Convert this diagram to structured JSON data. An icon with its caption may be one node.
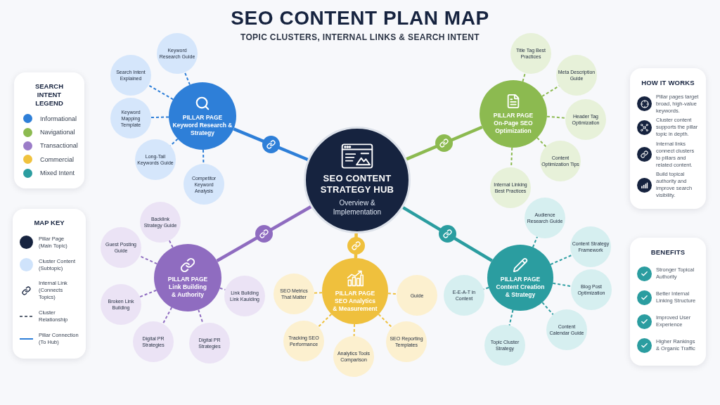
{
  "diagram": {
    "title": "SEO CONTENT PLAN MAP",
    "nodes": [
      {
        "text": [
          "SEO CONTENT STRATEGY HUB",
          "Overview & Implementation"
        ]
      },
      {
        "text": [
          "PILLAR PAGE",
          "Keyword Research & Strategy"
        ]
      },
      {
        "text": [
          "PILLAR PAGE",
          "On-Page SEO Optimization"
        ]
      },
      {
        "text": [
          "PILLAR PAGE",
          "Link Building & Authority"
        ]
      },
      {
        "text": [
          "PILLAR PAGE",
          "SEO Analytics & Measurement"
        ]
      },
      {
        "text": [
          "PILLAR PAGE",
          "Content Creation & Strategy"
        ]
      },
      {
        "text": [
          "Keyword Research Guide"
        ]
      },
      {
        "text": [
          "Search Intent Explained"
        ]
      },
      {
        "text": [
          "Keyword Mapping Template"
        ]
      },
      {
        "text": [
          "Long-Tail Keywords Guide"
        ]
      },
      {
        "text": [
          "Competitor Keyword Analysis"
        ]
      },
      {
        "text": [
          "Title Tag Best Practices"
        ]
      },
      {
        "text": [
          "Meta Description Guide"
        ]
      },
      {
        "text": [
          "Header Tag Optimization"
        ]
      },
      {
        "text": [
          "Content Optimization Tips"
        ]
      },
      {
        "text": [
          "Internal Linking Best Practices"
        ]
      },
      {
        "text": [
          "Backlink Strategy Guide"
        ]
      },
      {
        "text": [
          "Guest Posting Guide"
        ]
      },
      {
        "text": [
          "Broken Link Building"
        ]
      },
      {
        "text": [
          "Digital PR Strategies"
        ]
      },
      {
        "text": [
          "Digital PR Strategies"
        ]
      },
      {
        "text": [
          "Link Building Link Kaulding"
        ]
      },
      {
        "text": [
          "SEO Metrics That Matter"
        ]
      },
      {
        "text": [
          "Guide"
        ]
      },
      {
        "text": [
          "Tracking SEO Performance"
        ]
      },
      {
        "text": [
          "Analytics Tools Comparison"
        ]
      },
      {
        "text": [
          "SEO Reporting Templates"
        ]
      },
      {
        "text": [
          "Audience Research Guide"
        ]
      },
      {
        "text": [
          "Content Strategy Framework"
        ]
      },
      {
        "text": [
          "Blog Post Optimization"
        ]
      },
      {
        "text": [
          "Content Calendar Guide"
        ]
      },
      {
        "text": [
          "Topic Cluster Strategy"
        ]
      },
      {
        "text": [
          "E-E-A-T in Content"
        ]
      },
      {
        "text": [
          "HOW IT WORKS",
          "Pillar pages target broad, high-value keywords.",
          "Cluster content supports the pillar topic in depth.",
          "Internal links connect clusters to pillars and related content.",
          "Build topical authority and improve search visibility."
        ]
      },
      {
        "text": [
          "BENEFITS",
          "Stronger Topical Authority",
          "Better Internal Linking Structure",
          "Improved User Experience",
          "Higher Rankings & Organic Traffic"
        ]
      }
    ],
    "edges": [
      {
        "from": 0,
        "to": 1,
        "arrow": "none",
        "style": "thick",
        "color": "#2e7fd8"
      },
      {
        "from": 0,
        "to": 2,
        "arrow": "none",
        "style": "thick",
        "color": "#8cba50"
      },
      {
        "from": 0,
        "to": 3,
        "arrow": "none",
        "style": "thick",
        "color": "#8f6cc0"
      },
      {
        "from": 0,
        "to": 4,
        "arrow": "none",
        "style": "thick",
        "color": "#efc03d"
      },
      {
        "from": 0,
        "to": 5,
        "arrow": "none",
        "style": "thick",
        "color": "#2b9da0"
      },
      {
        "from": 1,
        "to": 6,
        "arrow": "none",
        "style": "dashed",
        "color": "#2e7fd8"
      },
      {
        "from": 1,
        "to": 7,
        "arrow": "none",
        "style": "dashed",
        "color": "#2e7fd8"
      },
      {
        "from": 1,
        "to": 8,
        "arrow": "none",
        "style": "dashed",
        "color": "#2e7fd8"
      },
      {
        "from": 1,
        "to": 9,
        "arrow": "none",
        "style": "dashed",
        "color": "#2e7fd8"
      },
      {
        "from": 1,
        "to": 10,
        "arrow": "none",
        "style": "dashed",
        "color": "#2e7fd8"
      },
      {
        "from": 2,
        "to": 11,
        "arrow": "none",
        "style": "dashed",
        "color": "#8cba50"
      },
      {
        "from": 2,
        "to": 12,
        "arrow": "none",
        "style": "dashed",
        "color": "#8cba50"
      },
      {
        "from": 2,
        "to": 13,
        "arrow": "none",
        "style": "dashed",
        "color": "#8cba50"
      },
      {
        "from": 2,
        "to": 14,
        "arrow": "none",
        "style": "dashed",
        "color": "#8cba50"
      },
      {
        "from": 2,
        "to": 15,
        "arrow": "none",
        "style": "dashed",
        "color": "#8cba50"
      },
      {
        "from": 3,
        "to": 16,
        "arrow": "none",
        "style": "dashed",
        "color": "#8f6cc0"
      },
      {
        "from": 3,
        "to": 17,
        "arrow": "none",
        "style": "dashed",
        "color": "#8f6cc0"
      },
      {
        "from": 3,
        "to": 18,
        "arrow": "none",
        "style": "dashed",
        "color": "#8f6cc0"
      },
      {
        "from": 3,
        "to": 19,
        "arrow": "none",
        "style": "dashed",
        "color": "#8f6cc0"
      },
      {
        "from": 3,
        "to": 20,
        "arrow": "none",
        "style": "dashed",
        "color": "#8f6cc0"
      },
      {
        "from": 3,
        "to": 21,
        "arrow": "none",
        "style": "dashed",
        "color": "#8f6cc0"
      },
      {
        "from": 4,
        "to": 22,
        "arrow": "none",
        "style": "dashed",
        "color": "#efc03d"
      },
      {
        "from": 4,
        "to": 23,
        "arrow": "none",
        "style": "dashed",
        "color": "#efc03d"
      },
      {
        "from": 4,
        "to": 24,
        "arrow": "none",
        "style": "dashed",
        "color": "#efc03d"
      },
      {
        "from": 4,
        "to": 25,
        "arrow": "none",
        "style": "dashed",
        "color": "#efc03d"
      },
      {
        "from": 4,
        "to": 26,
        "arrow": "none",
        "style": "dashed",
        "color": "#efc03d"
      },
      {
        "from": 5,
        "to": 27,
        "arrow": "none",
        "style": "dashed",
        "color": "#2b9da0"
      },
      {
        "from": 5,
        "to": 28,
        "arrow": "none",
        "style": "dashed",
        "color": "#2b9da0"
      },
      {
        "from": 5,
        "to": 29,
        "arrow": "none",
        "style": "dashed",
        "color": "#2b9da0"
      },
      {
        "from": 5,
        "to": 30,
        "arrow": "none",
        "style": "dashed",
        "color": "#2b9da0"
      },
      {
        "from": 5,
        "to": 31,
        "arrow": "none",
        "style": "dashed",
        "color": "#2b9da0"
      },
      {
        "from": 5,
        "to": 32,
        "arrow": "none",
        "style": "dashed",
        "color": "#2b9da0"
      }
    ],
    "labels": [
      "TOPIC CLUSTERS, INTERNAL LINKS & SEARCH INTENT",
      "SEARCH INTENT LEGEND",
      "MAP KEY"
    ],
    "legend": [
      {
        "text": "Informational",
        "color": "#2e7fd8"
      },
      {
        "text": "Navigational",
        "color": "#8cba50"
      },
      {
        "text": "Transactional",
        "color": "#9b7cc8"
      },
      {
        "text": "Commercial",
        "color": "#f0c23e"
      },
      {
        "text": "Mixed Intent",
        "color": "#2b9da0"
      },
      {
        "text": "Pillar Page (Main Topic)",
        "color": "#16233f"
      },
      {
        "text": "Cluster Content (Subtopic)",
        "color": "#cfe3fb"
      },
      {
        "text": "Internal Link (Connects Topics)"
      },
      {
        "text": "Cluster Relationship"
      },
      {
        "text": "Pillar Connection (To Hub)"
      }
    ]
  }
}
